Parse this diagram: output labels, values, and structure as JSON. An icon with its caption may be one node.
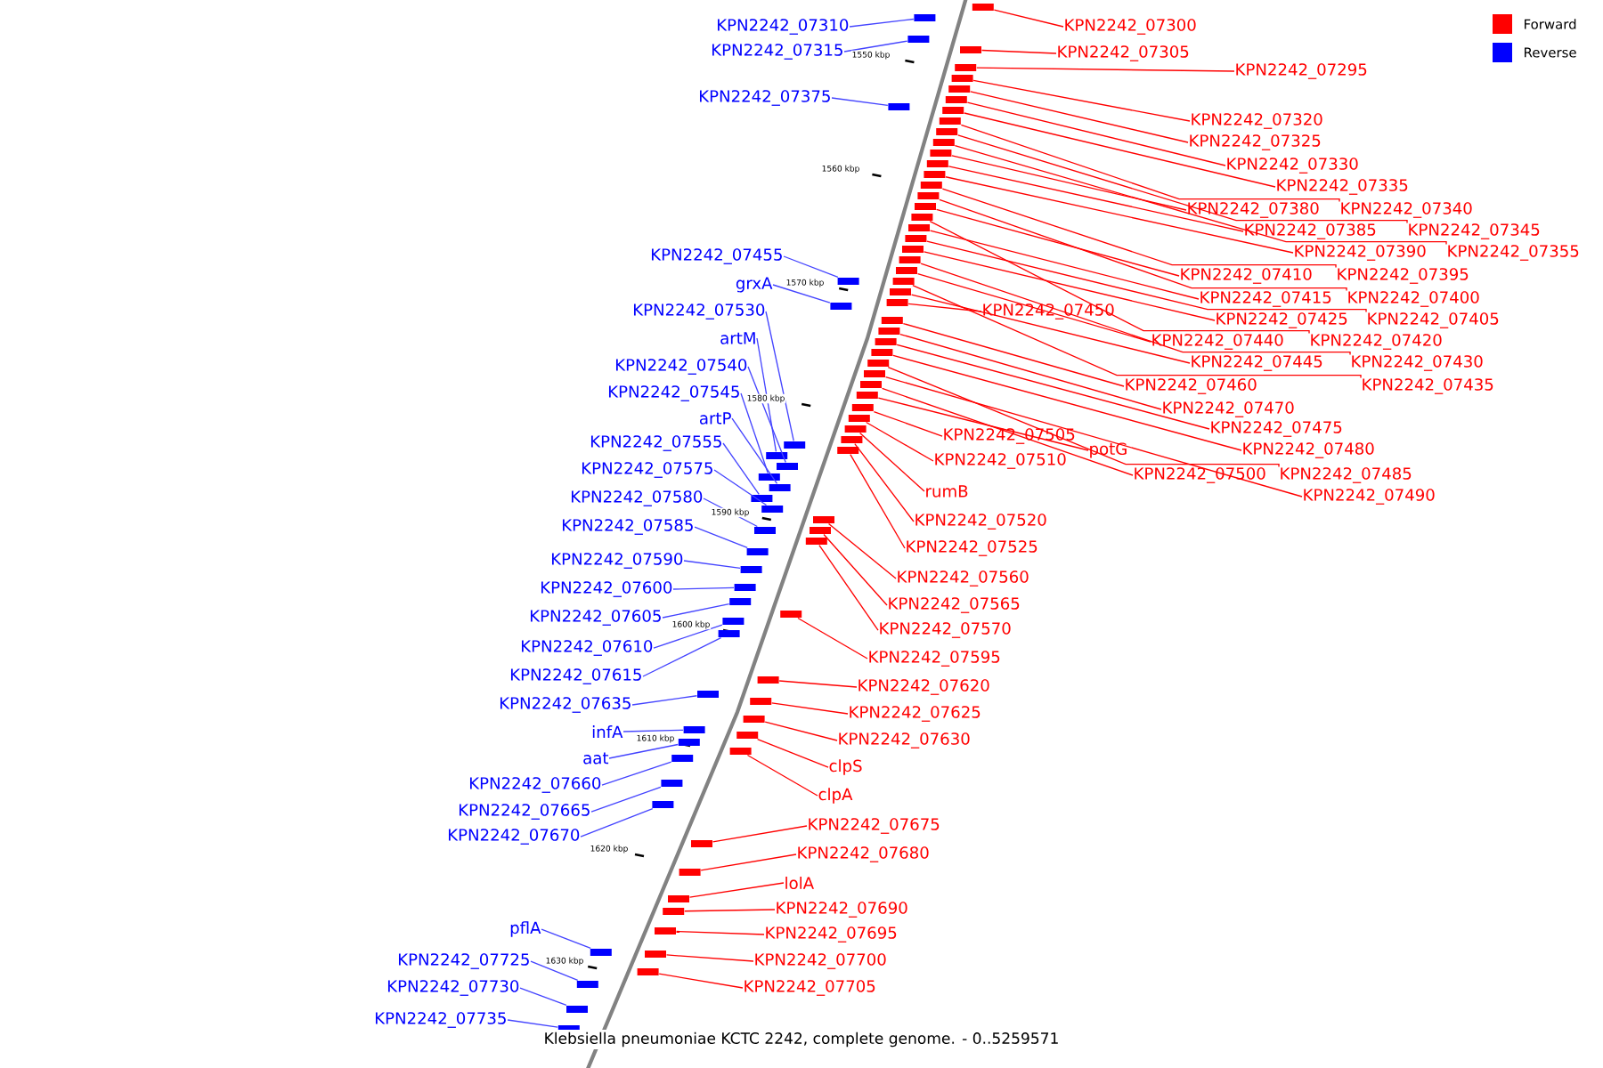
{
  "diagram": {
    "caption": "Klebsiella pneumoniae KCTC 2242, complete genome. - 0..5259571",
    "nodes": [
      {
        "text": [
          "KPN2242_07310"
        ]
      },
      {
        "text": [
          "KPN2242_07315"
        ]
      },
      {
        "text": [
          "KPN2242_07375"
        ]
      },
      {
        "text": [
          "KPN2242_07455"
        ]
      },
      {
        "text": [
          "grxA"
        ]
      },
      {
        "text": [
          "KPN2242_07530"
        ]
      },
      {
        "text": [
          "artM"
        ]
      },
      {
        "text": [
          "KPN2242_07540"
        ]
      },
      {
        "text": [
          "KPN2242_07545"
        ]
      },
      {
        "text": [
          "artP"
        ]
      },
      {
        "text": [
          "KPN2242_07555"
        ]
      },
      {
        "text": [
          "KPN2242_07575"
        ]
      },
      {
        "text": [
          "KPN2242_07580"
        ]
      },
      {
        "text": [
          "KPN2242_07585"
        ]
      },
      {
        "text": [
          "KPN2242_07590"
        ]
      },
      {
        "text": [
          "KPN2242_07600"
        ]
      },
      {
        "text": [
          "KPN2242_07605"
        ]
      },
      {
        "text": [
          "KPN2242_07610"
        ]
      },
      {
        "text": [
          "KPN2242_07615"
        ]
      },
      {
        "text": [
          "KPN2242_07635"
        ]
      },
      {
        "text": [
          "infA"
        ]
      },
      {
        "text": [
          "aat"
        ]
      },
      {
        "text": [
          "KPN2242_07660"
        ]
      },
      {
        "text": [
          "KPN2242_07665"
        ]
      },
      {
        "text": [
          "KPN2242_07670"
        ]
      },
      {
        "text": [
          "pflA"
        ]
      },
      {
        "text": [
          "KPN2242_07725"
        ]
      },
      {
        "text": [
          "KPN2242_07730"
        ]
      },
      {
        "text": [
          "KPN2242_07735"
        ]
      },
      {
        "text": [
          "KPN2242_07300"
        ]
      },
      {
        "text": [
          "KPN2242_07305"
        ]
      },
      {
        "text": [
          "KPN2242_07295"
        ]
      },
      {
        "text": [
          "KPN2242_07320"
        ]
      },
      {
        "text": [
          "KPN2242_07325"
        ]
      },
      {
        "text": [
          "KPN2242_07330"
        ]
      },
      {
        "text": [
          "KPN2242_07335"
        ]
      },
      {
        "text": [
          "KPN2242_07380"
        ]
      },
      {
        "text": [
          "KPN2242_07340"
        ]
      },
      {
        "text": [
          "KPN2242_07385"
        ]
      },
      {
        "text": [
          "KPN2242_07345"
        ]
      },
      {
        "text": [
          "KPN2242_07390"
        ]
      },
      {
        "text": [
          "KPN2242_07355"
        ]
      },
      {
        "text": [
          "KPN2242_07410"
        ]
      },
      {
        "text": [
          "KPN2242_07395"
        ]
      },
      {
        "text": [
          "KPN2242_07415"
        ]
      },
      {
        "text": [
          "KPN2242_07400"
        ]
      },
      {
        "text": [
          "KPN2242_07450"
        ]
      },
      {
        "text": [
          "KPN2242_07425"
        ]
      },
      {
        "text": [
          "KPN2242_07405"
        ]
      },
      {
        "text": [
          "KPN2242_07440"
        ]
      },
      {
        "text": [
          "KPN2242_07420"
        ]
      },
      {
        "text": [
          "KPN2242_07445"
        ]
      },
      {
        "text": [
          "KPN2242_07430"
        ]
      },
      {
        "text": [
          "KPN2242_07460"
        ]
      },
      {
        "text": [
          "KPN2242_07435"
        ]
      },
      {
        "text": [
          "KPN2242_07470"
        ]
      },
      {
        "text": [
          "KPN2242_07475"
        ]
      },
      {
        "text": [
          "KPN2242_07505"
        ]
      },
      {
        "text": [
          "potG"
        ]
      },
      {
        "text": [
          "KPN2242_07480"
        ]
      },
      {
        "text": [
          "KPN2242_07500"
        ]
      },
      {
        "text": [
          "KPN2242_07485"
        ]
      },
      {
        "text": [
          "KPN2242_07510"
        ]
      },
      {
        "text": [
          "KPN2242_07490"
        ]
      },
      {
        "text": [
          "rumB"
        ]
      },
      {
        "text": [
          "KPN2242_07520"
        ]
      },
      {
        "text": [
          "KPN2242_07525"
        ]
      },
      {
        "text": [
          "KPN2242_07560"
        ]
      },
      {
        "text": [
          "KPN2242_07565"
        ]
      },
      {
        "text": [
          "KPN2242_07570"
        ]
      },
      {
        "text": [
          "KPN2242_07595"
        ]
      },
      {
        "text": [
          "KPN2242_07620"
        ]
      },
      {
        "text": [
          "KPN2242_07625"
        ]
      },
      {
        "text": [
          "KPN2242_07630"
        ]
      },
      {
        "text": [
          "clpS"
        ]
      },
      {
        "text": [
          "clpA"
        ]
      },
      {
        "text": [
          "KPN2242_07675"
        ]
      },
      {
        "text": [
          "KPN2242_07680"
        ]
      },
      {
        "text": [
          "lolA"
        ]
      },
      {
        "text": [
          "KPN2242_07690"
        ]
      },
      {
        "text": [
          "KPN2242_07695"
        ]
      },
      {
        "text": [
          "KPN2242_07700"
        ]
      },
      {
        "text": [
          "KPN2242_07705"
        ]
      },
      {
        "text": [],
        "shape": "box"
      },
      {
        "text": [],
        "shape": "box"
      },
      {
        "text": [],
        "shape": "box"
      },
      {
        "text": [],
        "shape": "box"
      },
      {
        "text": [],
        "shape": "box"
      },
      {
        "text": [],
        "shape": "box"
      },
      {
        "text": [],
        "shape": "box"
      },
      {
        "text": [],
        "shape": "box"
      },
      {
        "text": [],
        "shape": "box"
      },
      {
        "text": [],
        "shape": "box"
      },
      {
        "text": [],
        "shape": "box"
      },
      {
        "text": [],
        "shape": "box"
      },
      {
        "text": [],
        "shape": "box"
      },
      {
        "text": [],
        "shape": "box"
      },
      {
        "text": [],
        "shape": "box"
      },
      {
        "text": [],
        "shape": "box"
      },
      {
        "text": [],
        "shape": "box"
      },
      {
        "text": [],
        "shape": "box"
      },
      {
        "text": [],
        "shape": "box"
      },
      {
        "text": [],
        "shape": "box"
      },
      {
        "text": [],
        "shape": "box"
      },
      {
        "text": [],
        "shape": "box"
      },
      {
        "text": [],
        "shape": "box"
      },
      {
        "text": [],
        "shape": "box"
      },
      {
        "text": [],
        "shape": "box"
      },
      {
        "text": [],
        "shape": "box"
      },
      {
        "text": [],
        "shape": "box"
      },
      {
        "text": [],
        "shape": "box"
      },
      {
        "text": [],
        "shape": "box"
      },
      {
        "text": [],
        "shape": "box"
      },
      {
        "text": [],
        "shape": "box"
      },
      {
        "text": [],
        "shape": "box"
      },
      {
        "text": [],
        "shape": "box"
      },
      {
        "text": [],
        "shape": "box"
      },
      {
        "text": [],
        "shape": "box"
      },
      {
        "text": [],
        "shape": "box"
      },
      {
        "text": [],
        "shape": "box"
      },
      {
        "text": [],
        "shape": "box"
      },
      {
        "text": [],
        "shape": "box"
      },
      {
        "text": [],
        "shape": "box"
      },
      {
        "text": [],
        "shape": "box"
      },
      {
        "text": [],
        "shape": "box"
      },
      {
        "text": [],
        "shape": "box"
      },
      {
        "text": [],
        "shape": "box"
      },
      {
        "text": [],
        "shape": "box"
      },
      {
        "text": [],
        "shape": "box"
      },
      {
        "text": [],
        "shape": "box"
      },
      {
        "text": [],
        "shape": "box"
      },
      {
        "text": [],
        "shape": "box"
      },
      {
        "text": [],
        "shape": "box"
      },
      {
        "text": [],
        "shape": "box"
      },
      {
        "text": [],
        "shape": "box"
      },
      {
        "text": [],
        "shape": "box"
      },
      {
        "text": [],
        "shape": "box"
      },
      {
        "text": [],
        "shape": "box"
      },
      {
        "text": [],
        "shape": "box"
      },
      {
        "text": [],
        "shape": "box"
      },
      {
        "text": [],
        "shape": "box"
      },
      {
        "text": [],
        "shape": "box"
      },
      {
        "text": [],
        "shape": "box"
      },
      {
        "text": [],
        "shape": "box"
      },
      {
        "text": [],
        "shape": "box"
      },
      {
        "text": [],
        "shape": "box"
      },
      {
        "text": [],
        "shape": "box"
      },
      {
        "text": [],
        "shape": "box"
      },
      {
        "text": [],
        "shape": "box"
      },
      {
        "text": [],
        "shape": "box"
      },
      {
        "text": [],
        "shape": "box"
      },
      {
        "text": [],
        "shape": "box"
      },
      {
        "text": [],
        "shape": "box"
      },
      {
        "text": [],
        "shape": "box"
      },
      {
        "text": [],
        "shape": "box"
      },
      {
        "text": [],
        "shape": "box"
      },
      {
        "text": [],
        "shape": "box"
      },
      {
        "text": [],
        "shape": "box"
      },
      {
        "text": [],
        "shape": "box"
      },
      {
        "text": [],
        "shape": "box"
      },
      {
        "text": [],
        "shape": "box"
      },
      {
        "text": [],
        "shape": "box"
      },
      {
        "text": [],
        "shape": "box"
      },
      {
        "text": [],
        "shape": "box"
      },
      {
        "text": [],
        "shape": "box"
      },
      {
        "text": [],
        "shape": "box"
      }
    ],
    "edges": [
      {
        "from": 0,
        "to": 83,
        "arrow": "none",
        "color": "#4444ff"
      },
      {
        "from": 1,
        "to": 84,
        "arrow": "none",
        "color": "#4444ff"
      },
      {
        "from": 2,
        "to": 85,
        "arrow": "none",
        "color": "#4444ff"
      },
      {
        "from": 3,
        "to": 86,
        "arrow": "none",
        "color": "#4444ff"
      },
      {
        "from": 4,
        "to": 87,
        "arrow": "none",
        "color": "#4444ff"
      },
      {
        "from": 5,
        "to": 88,
        "arrow": "none",
        "color": "#4444ff"
      },
      {
        "from": 6,
        "to": 89,
        "arrow": "none",
        "color": "#4444ff"
      },
      {
        "from": 7,
        "to": 90,
        "arrow": "none",
        "color": "#4444ff"
      },
      {
        "from": 8,
        "to": 91,
        "arrow": "none",
        "color": "#4444ff"
      },
      {
        "from": 9,
        "to": 92,
        "arrow": "none",
        "color": "#4444ff"
      },
      {
        "from": 10,
        "to": 93,
        "arrow": "none",
        "color": "#4444ff"
      },
      {
        "from": 11,
        "to": 94,
        "arrow": "none",
        "color": "#4444ff"
      },
      {
        "from": 12,
        "to": 95,
        "arrow": "none",
        "color": "#4444ff"
      },
      {
        "from": 13,
        "to": 96,
        "arrow": "none",
        "color": "#4444ff"
      },
      {
        "from": 14,
        "to": 97,
        "arrow": "none",
        "color": "#4444ff"
      },
      {
        "from": 15,
        "to": 98,
        "arrow": "none",
        "color": "#4444ff"
      },
      {
        "from": 16,
        "to": 99,
        "arrow": "none",
        "color": "#4444ff"
      },
      {
        "from": 17,
        "to": 100,
        "arrow": "none",
        "color": "#4444ff"
      },
      {
        "from": 18,
        "to": 101,
        "arrow": "none",
        "color": "#4444ff"
      },
      {
        "from": 19,
        "to": 102,
        "arrow": "none",
        "color": "#4444ff"
      },
      {
        "from": 20,
        "to": 103,
        "arrow": "none",
        "color": "#4444ff"
      },
      {
        "from": 21,
        "to": 104,
        "arrow": "none",
        "color": "#4444ff"
      },
      {
        "from": 22,
        "to": 105,
        "arrow": "none",
        "color": "#4444ff"
      },
      {
        "from": 23,
        "to": 106,
        "arrow": "none",
        "color": "#4444ff"
      },
      {
        "from": 24,
        "to": 107,
        "arrow": "none",
        "color": "#4444ff"
      },
      {
        "from": 25,
        "to": 108,
        "arrow": "none",
        "color": "#4444ff"
      },
      {
        "from": 26,
        "to": 109,
        "arrow": "none",
        "color": "#4444ff"
      },
      {
        "from": 27,
        "to": 110,
        "arrow": "none",
        "color": "#4444ff"
      },
      {
        "from": 28,
        "to": 111,
        "arrow": "none",
        "color": "#4444ff"
      },
      {
        "from": 29,
        "to": 112,
        "arrow": "none"
      },
      {
        "from": 30,
        "to": 113,
        "arrow": "none"
      },
      {
        "from": 31,
        "to": 114,
        "arrow": "none"
      },
      {
        "from": 32,
        "to": 115,
        "arrow": "none"
      },
      {
        "from": 33,
        "to": 116,
        "arrow": "none"
      },
      {
        "from": 34,
        "to": 117,
        "arrow": "none"
      },
      {
        "from": 35,
        "to": 118,
        "arrow": "none"
      },
      {
        "from": 36,
        "to": 119,
        "arrow": "none"
      },
      {
        "from": 37,
        "to": 120,
        "arrow": "none"
      },
      {
        "from": 38,
        "to": 121,
        "arrow": "none"
      },
      {
        "from": 39,
        "to": 122,
        "arrow": "none"
      },
      {
        "from": 40,
        "to": 123,
        "arrow": "none"
      },
      {
        "from": 41,
        "to": 124,
        "arrow": "none"
      },
      {
        "from": 42,
        "to": 125,
        "arrow": "none"
      },
      {
        "from": 43,
        "to": 126,
        "arrow": "none"
      },
      {
        "from": 44,
        "to": 127,
        "arrow": "none"
      },
      {
        "from": 45,
        "to": 128,
        "arrow": "none"
      },
      {
        "from": 46,
        "to": 129,
        "arrow": "none"
      },
      {
        "from": 47,
        "to": 130,
        "arrow": "none"
      },
      {
        "from": 48,
        "to": 131,
        "arrow": "none"
      },
      {
        "from": 49,
        "to": 132,
        "arrow": "none"
      },
      {
        "from": 50,
        "to": 133,
        "arrow": "none"
      },
      {
        "from": 51,
        "to": 134,
        "arrow": "none"
      },
      {
        "from": 52,
        "to": 135,
        "arrow": "none"
      },
      {
        "from": 53,
        "to": 136,
        "arrow": "none"
      },
      {
        "from": 54,
        "to": 137,
        "arrow": "none"
      },
      {
        "from": 55,
        "to": 138,
        "arrow": "none"
      },
      {
        "from": 56,
        "to": 139,
        "arrow": "none"
      },
      {
        "from": 57,
        "to": 140,
        "arrow": "none"
      },
      {
        "from": 58,
        "to": 141,
        "arrow": "none"
      },
      {
        "from": 59,
        "to": 142,
        "arrow": "none"
      },
      {
        "from": 60,
        "to": 143,
        "arrow": "none"
      },
      {
        "from": 61,
        "to": 144,
        "arrow": "none"
      },
      {
        "from": 62,
        "to": 145,
        "arrow": "none"
      },
      {
        "from": 63,
        "to": 146,
        "arrow": "none"
      },
      {
        "from": 64,
        "to": 147,
        "arrow": "none"
      },
      {
        "from": 65,
        "to": 148,
        "arrow": "none"
      },
      {
        "from": 66,
        "to": 149,
        "arrow": "none"
      },
      {
        "from": 67,
        "to": 150,
        "arrow": "none"
      },
      {
        "from": 68,
        "to": 151,
        "arrow": "none"
      },
      {
        "from": 69,
        "to": 152,
        "arrow": "none"
      },
      {
        "from": 70,
        "to": 153,
        "arrow": "none"
      },
      {
        "from": 71,
        "to": 154,
        "arrow": "none"
      },
      {
        "from": 72,
        "to": 155,
        "arrow": "none"
      },
      {
        "from": 73,
        "to": 156,
        "arrow": "none"
      },
      {
        "from": 74,
        "to": 157,
        "arrow": "none"
      },
      {
        "from": 75,
        "to": 158,
        "arrow": "none"
      },
      {
        "from": 76,
        "to": 159,
        "arrow": "none"
      },
      {
        "from": 77,
        "to": 160,
        "arrow": "none"
      },
      {
        "from": 78,
        "to": 161,
        "arrow": "none"
      },
      {
        "from": 79,
        "to": 162,
        "arrow": "none"
      },
      {
        "from": 80,
        "to": 163,
        "arrow": "none"
      },
      {
        "from": 81,
        "to": 164,
        "arrow": "none"
      },
      {
        "from": 82,
        "to": 165,
        "arrow": "none"
      }
    ],
    "labels": [
      "1550 kbp",
      "1560 kbp",
      "1570 kbp",
      "1580 kbp",
      "1590 kbp",
      "1600 kbp",
      "1610 kbp",
      "1620 kbp",
      "1630 kbp"
    ],
    "legend": [
      {
        "text": "Forward",
        "color": "#ff0000"
      },
      {
        "text": "Reverse",
        "color": "#0000ff"
      }
    ]
  }
}
